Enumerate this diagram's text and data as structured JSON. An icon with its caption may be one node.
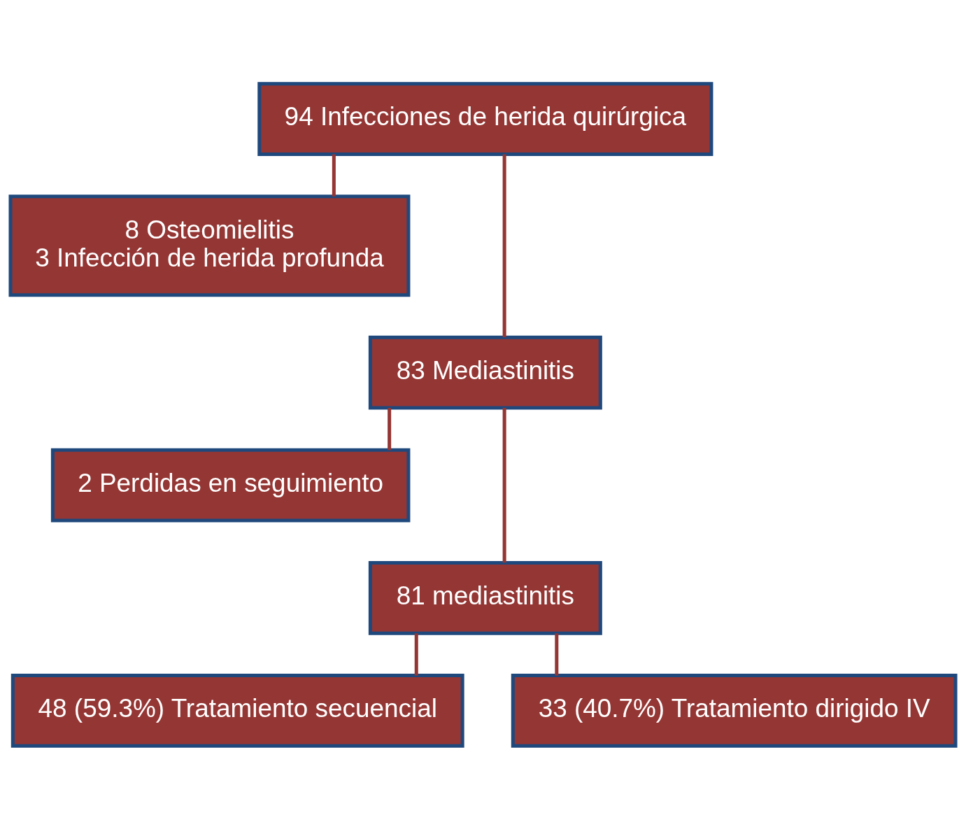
{
  "diagram": {
    "nodes": [
      {
        "text": [
          "94 Infecciones de herida quirúrgica"
        ]
      },
      {
        "text": [
          "8 Osteomielitis",
          "3 Infección de herida profunda"
        ]
      },
      {
        "text": [
          "83 Mediastinitis"
        ]
      },
      {
        "text": [
          "2 Perdidas en seguimiento"
        ]
      },
      {
        "text": [
          "81 mediastinitis"
        ]
      },
      {
        "text": [
          "48 (59.3%) Tratamiento secuencial"
        ]
      },
      {
        "text": [
          "33 (40.7%) Tratamiento dirigido IV"
        ]
      }
    ],
    "edges": [
      {
        "from": 0,
        "to": 1,
        "arrow": "none"
      },
      {
        "from": 0,
        "to": 2,
        "arrow": "none"
      },
      {
        "from": 2,
        "to": 3,
        "arrow": "none"
      },
      {
        "from": 2,
        "to": 4,
        "arrow": "none"
      },
      {
        "from": 4,
        "to": 5,
        "arrow": "none"
      },
      {
        "from": 4,
        "to": 6,
        "arrow": "none"
      }
    ]
  }
}
